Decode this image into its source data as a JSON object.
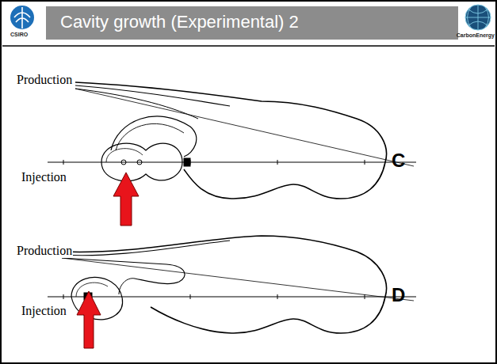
{
  "diagram": {
    "title": "Cavity growth (Experimental) 2",
    "labels": [
      "CSIRO",
      "CarbonEnergy",
      "Production",
      "Injection",
      "C",
      "Production",
      "Injection",
      "D"
    ]
  }
}
